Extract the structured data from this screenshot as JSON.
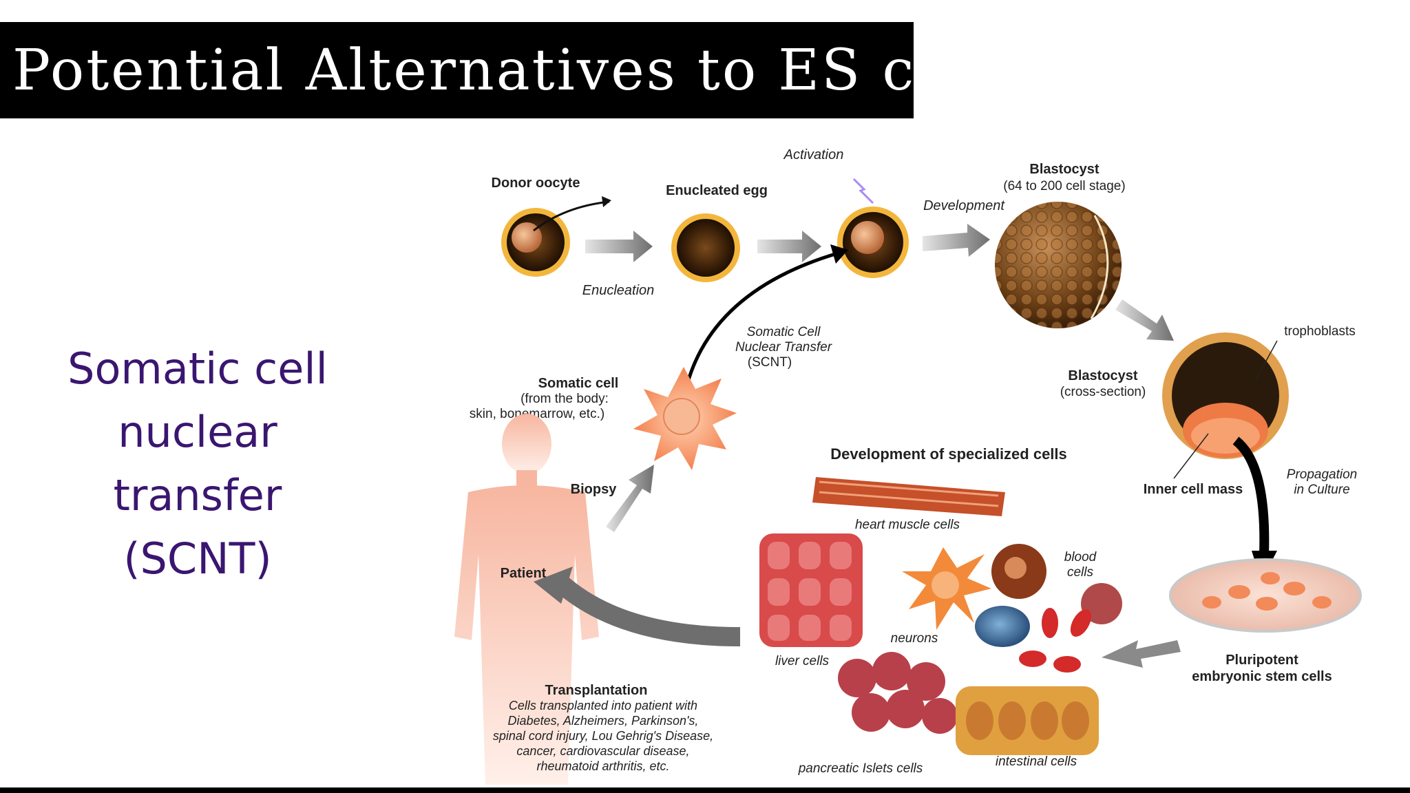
{
  "slide": {
    "title": "Potential Alternatives to ES cells",
    "subtitle_lines": [
      "Somatic cell",
      "nuclear",
      "transfer",
      "(SCNT)"
    ]
  },
  "diagram": {
    "donor_oocyte": "Donor oocyte",
    "enucleation": "Enucleation",
    "enucleated_egg": "Enucleated egg",
    "activation": "Activation",
    "development": "Development",
    "blastocyst_title": "Blastocyst",
    "blastocyst_sub": "(64 to 200 cell stage)",
    "scnt_line1": "Somatic Cell",
    "scnt_line2": "Nuclear Transfer",
    "scnt_line3": "(SCNT)",
    "somatic_title": "Somatic cell",
    "somatic_line1": "(from the body:",
    "somatic_line2": "skin, bonemarrow, etc.)",
    "trophoblasts": "trophoblasts",
    "blastocyst_cs_title": "Blastocyst",
    "blastocyst_cs_sub": "(cross-section)",
    "inner_cell_mass": "Inner cell mass",
    "propagation_line1": "Propagation",
    "propagation_line2": "in Culture",
    "biopsy": "Biopsy",
    "patient": "Patient",
    "dev_specialized": "Development of specialized cells",
    "heart_muscle": "heart muscle cells",
    "blood_line1": "blood",
    "blood_line2": "cells",
    "neurons": "neurons",
    "liver": "liver cells",
    "pluripotent_line1": "Pluripotent",
    "pluripotent_line2": "embryonic stem cells",
    "transplantation": "Transplantation",
    "transplant_lines": [
      "Cells transplanted into patient with",
      "Diabetes, Alzheimers, Parkinson's,",
      "spinal cord injury, Lou Gehrig's Disease,",
      "cancer, cardiovascular disease,",
      "rheumatoid arthritis, etc."
    ],
    "pancreatic": "pancreatic Islets cells",
    "intestinal": "intestinal cells"
  },
  "colors": {
    "title_bg": "#000000",
    "title_text": "#ffffff",
    "subtitle_text": "#3a1670",
    "arrow_gray": "#6e6e6e"
  }
}
